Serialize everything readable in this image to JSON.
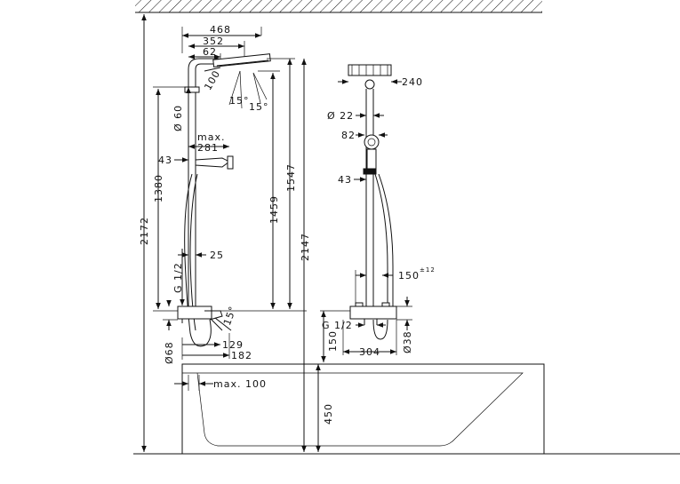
{
  "diagram": {
    "left_view": {
      "dim_468": "468",
      "dim_352": "352",
      "dim_62": "62",
      "dim_100": "100",
      "dim_15a": "15°",
      "dim_15b": "15°",
      "dim_60": "Ø 60",
      "dim_max": "max.",
      "dim_281": "281",
      "dim_43": "43",
      "dim_1380": "1380",
      "dim_2172": "2172",
      "dim_1459": "1459",
      "dim_1547": "1547",
      "dim_2147": "2147",
      "dim_25": "25",
      "dim_g12": "G 1/2",
      "dim_15c": "15°",
      "dim_68": "Ø68",
      "dim_129": "129",
      "dim_182": "182",
      "dim_max100": "max. 100",
      "dim_450": "450"
    },
    "right_view": {
      "dim_240": "240",
      "dim_22": "Ø 22",
      "dim_82": "82",
      "dim_43": "43",
      "dim_150_tol": "150",
      "dim_tol": "±12",
      "dim_g12": "G 1/2",
      "dim_150": "150",
      "dim_304": "304",
      "dim_38": "Ø38"
    }
  }
}
